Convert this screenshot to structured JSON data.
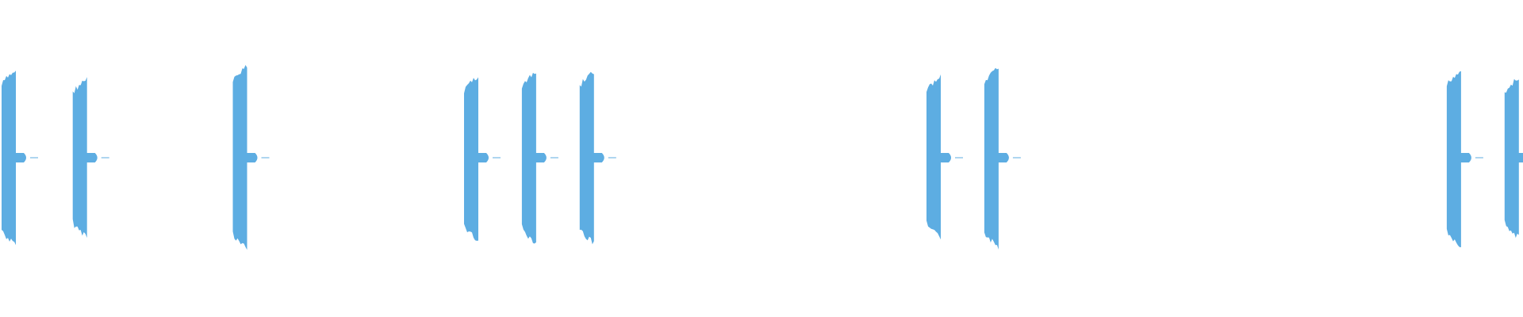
{
  "waveform": {
    "color": "#5dade2",
    "background": "#ffffff",
    "beats": [
      {
        "time": 0.0,
        "amplitude": 0.96
      },
      {
        "time": 0.48,
        "amplitude": 0.86
      },
      {
        "time": 1.56,
        "amplitude": 1.0
      },
      {
        "time": 3.12,
        "amplitude": 0.9
      },
      {
        "time": 3.51,
        "amplitude": 0.93
      },
      {
        "time": 3.9,
        "amplitude": 0.94
      },
      {
        "time": 6.24,
        "amplitude": 0.88
      },
      {
        "time": 6.63,
        "amplitude": 0.98
      },
      {
        "time": 9.75,
        "amplitude": 0.96
      },
      {
        "time": 10.14,
        "amplitude": 0.87
      }
    ],
    "duration": 10.2
  }
}
